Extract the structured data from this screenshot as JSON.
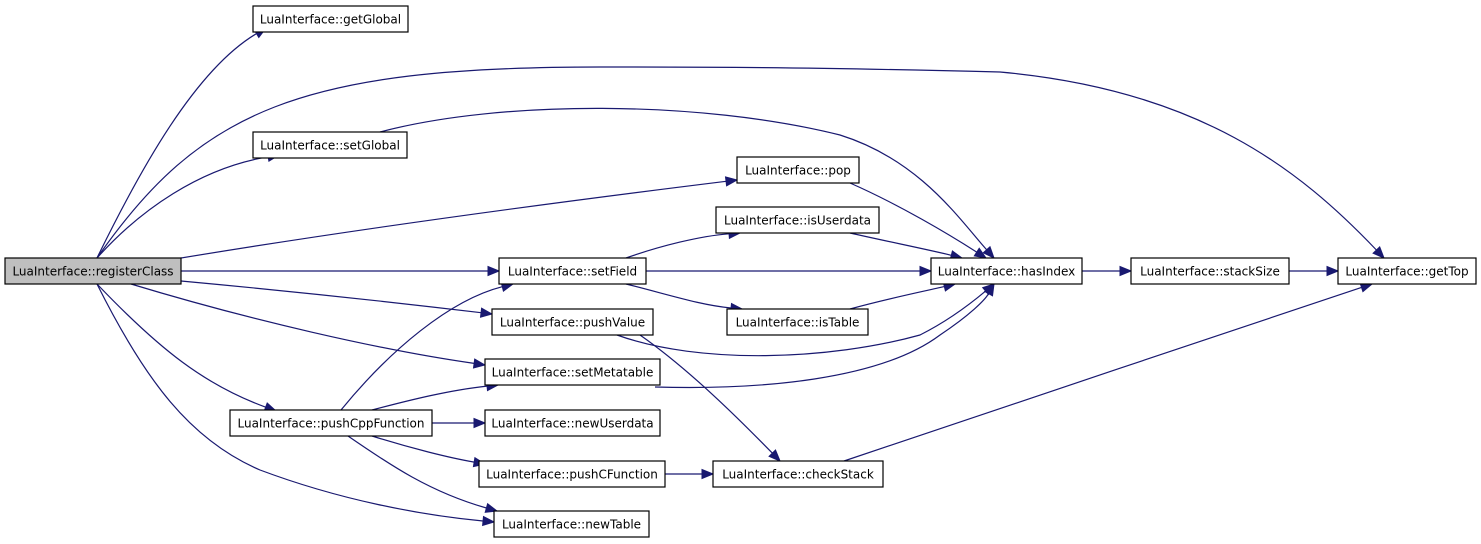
{
  "graph": {
    "root": "registerClass",
    "nodes": [
      {
        "id": "registerClass",
        "label": "LuaInterface::registerClass",
        "root": true
      },
      {
        "id": "getGlobal",
        "label": "LuaInterface::getGlobal"
      },
      {
        "id": "setGlobal",
        "label": "LuaInterface::setGlobal"
      },
      {
        "id": "pop",
        "label": "LuaInterface::pop"
      },
      {
        "id": "isUserdata",
        "label": "LuaInterface::isUserdata"
      },
      {
        "id": "setField",
        "label": "LuaInterface::setField"
      },
      {
        "id": "hasIndex",
        "label": "LuaInterface::hasIndex"
      },
      {
        "id": "stackSize",
        "label": "LuaInterface::stackSize"
      },
      {
        "id": "getTop",
        "label": "LuaInterface::getTop"
      },
      {
        "id": "isTable",
        "label": "LuaInterface::isTable"
      },
      {
        "id": "pushValue",
        "label": "LuaInterface::pushValue"
      },
      {
        "id": "setMetatable",
        "label": "LuaInterface::setMetatable"
      },
      {
        "id": "pushCppFunction",
        "label": "LuaInterface::pushCppFunction"
      },
      {
        "id": "newUserdata",
        "label": "LuaInterface::newUserdata"
      },
      {
        "id": "pushCFunction",
        "label": "LuaInterface::pushCFunction"
      },
      {
        "id": "checkStack",
        "label": "LuaInterface::checkStack"
      },
      {
        "id": "newTable",
        "label": "LuaInterface::newTable"
      }
    ],
    "edges": [
      {
        "from": "registerClass",
        "to": "getGlobal"
      },
      {
        "from": "registerClass",
        "to": "getTop"
      },
      {
        "from": "registerClass",
        "to": "setGlobal"
      },
      {
        "from": "registerClass",
        "to": "pop"
      },
      {
        "from": "registerClass",
        "to": "setField"
      },
      {
        "from": "registerClass",
        "to": "pushValue"
      },
      {
        "from": "registerClass",
        "to": "setMetatable"
      },
      {
        "from": "registerClass",
        "to": "pushCppFunction"
      },
      {
        "from": "registerClass",
        "to": "newTable"
      },
      {
        "from": "setGlobal",
        "to": "hasIndex"
      },
      {
        "from": "pop",
        "to": "hasIndex"
      },
      {
        "from": "isUserdata",
        "to": "hasIndex"
      },
      {
        "from": "setField",
        "to": "isUserdata"
      },
      {
        "from": "setField",
        "to": "hasIndex"
      },
      {
        "from": "setField",
        "to": "isTable"
      },
      {
        "from": "isTable",
        "to": "hasIndex"
      },
      {
        "from": "pushValue",
        "to": "hasIndex"
      },
      {
        "from": "pushValue",
        "to": "checkStack"
      },
      {
        "from": "setMetatable",
        "to": "hasIndex"
      },
      {
        "from": "hasIndex",
        "to": "stackSize"
      },
      {
        "from": "stackSize",
        "to": "getTop"
      },
      {
        "from": "checkStack",
        "to": "getTop"
      },
      {
        "from": "pushCppFunction",
        "to": "setField"
      },
      {
        "from": "pushCppFunction",
        "to": "setMetatable"
      },
      {
        "from": "pushCppFunction",
        "to": "newUserdata"
      },
      {
        "from": "pushCppFunction",
        "to": "pushCFunction"
      },
      {
        "from": "pushCppFunction",
        "to": "newTable"
      },
      {
        "from": "pushCFunction",
        "to": "checkStack"
      }
    ],
    "colors": {
      "edge": "#191970",
      "node_border": "#000000",
      "node_fill": "#ffffff",
      "root_fill": "#bfbfbf"
    }
  }
}
